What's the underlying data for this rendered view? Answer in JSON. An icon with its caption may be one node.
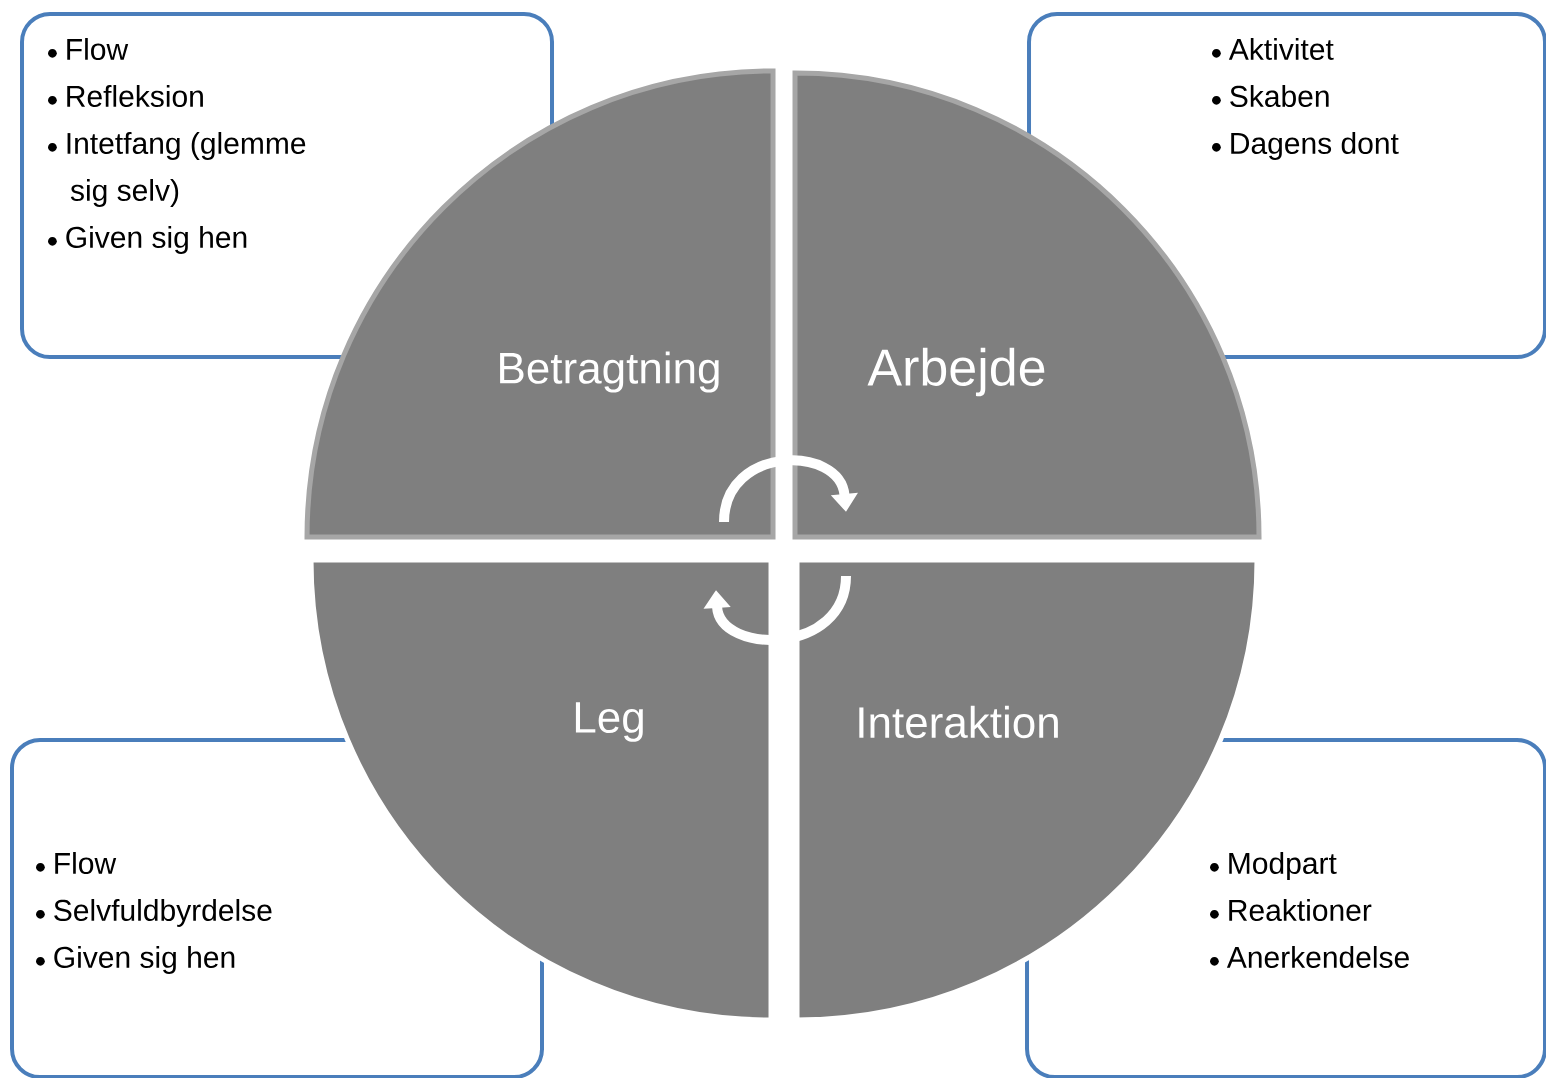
{
  "diagram": {
    "nodes": [
      {
        "text": [
          "Flow",
          "Refleksion",
          "Intetfang (glemme sig selv)",
          "Given sig hen"
        ]
      },
      {
        "text": [
          "Aktivitet",
          "Skaben",
          "Dagens dont"
        ]
      },
      {
        "text": [
          "Betragtning"
        ]
      },
      {
        "text": [
          "Arbejde"
        ]
      },
      {
        "text": [
          "Leg"
        ]
      },
      {
        "text": [
          "Interaktion"
        ]
      },
      {
        "text": [
          "Flow",
          "Selvfuldbyrdelse",
          "Given sig hen"
        ]
      },
      {
        "text": [
          "Modpart",
          "Reaktioner",
          "Anerkendelse"
        ]
      }
    ],
    "edges": [
      {
        "from": 2,
        "to": 3,
        "arrow": "to"
      },
      {
        "from": 5,
        "to": 4,
        "arrow": "to"
      }
    ]
  }
}
